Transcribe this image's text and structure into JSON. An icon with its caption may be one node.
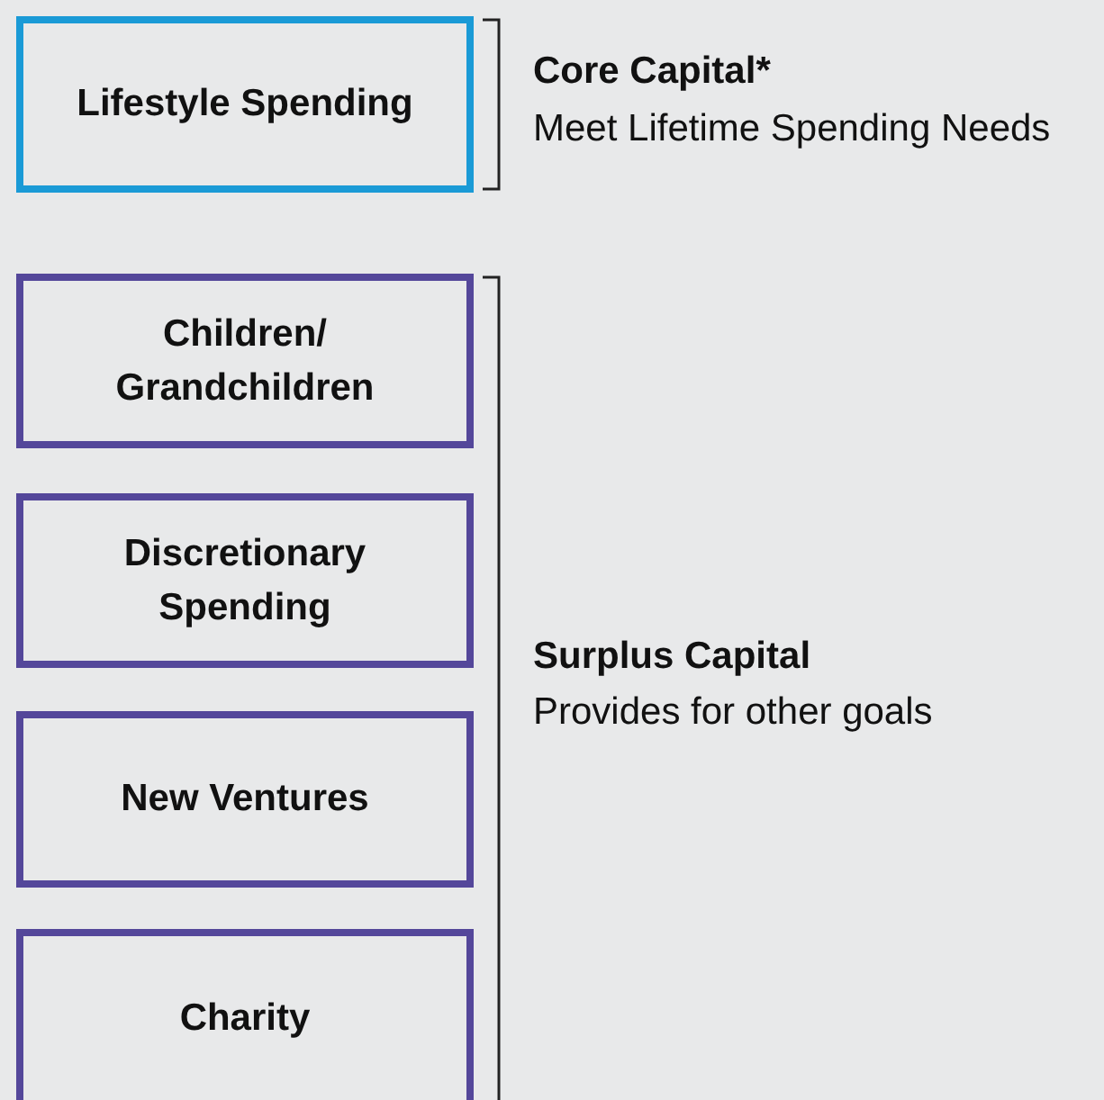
{
  "diagram": {
    "nodes": [
      {
        "text": [
          "Lifestyle Spending"
        ]
      },
      {
        "text": [
          "Children/ Grandchildren"
        ]
      },
      {
        "text": [
          "Discretionary Spending"
        ]
      },
      {
        "text": [
          "New Ventures"
        ]
      },
      {
        "text": [
          "Charity"
        ]
      }
    ],
    "labels": [
      "Core Capital*",
      "Meet Lifetime Spending Needs",
      "Surplus Capital",
      "Provides for other goals"
    ]
  }
}
